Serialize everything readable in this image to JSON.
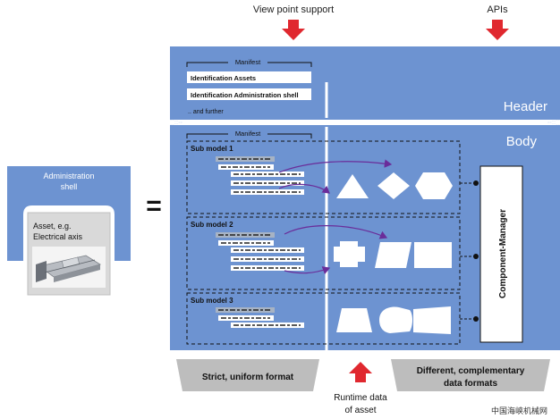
{
  "top_labels": {
    "viewpoint": "View point support",
    "apis": "APIs"
  },
  "header": {
    "label": "Header",
    "manifest": "Manifest",
    "rows": [
      "Identification  Assets",
      "Identification  Administration shell"
    ],
    "further": ".. and further"
  },
  "body": {
    "label": "Body",
    "manifest": "Manifest",
    "submodels": [
      "Sub model 1",
      "Sub model 2",
      "Sub model 3"
    ]
  },
  "component_manager": "Component-Manager",
  "admin_shell": {
    "title_line1": "Administration",
    "title_line2": "shell",
    "asset_line1": "Asset, e.g.",
    "asset_line2": "Electrical axis"
  },
  "equals": "=",
  "bottom": {
    "left": "Strict, uniform format",
    "right_line1": "Different, complementary",
    "right_line2": "data formats",
    "runtime_line1": "Runtime data",
    "runtime_line2": "of asset"
  },
  "watermark": "中国海峡机械网",
  "colors": {
    "panel": "#6d93d1",
    "arrow": "#e0282f",
    "tab": "#bdbdbd",
    "curve": "#6a2d9a"
  }
}
